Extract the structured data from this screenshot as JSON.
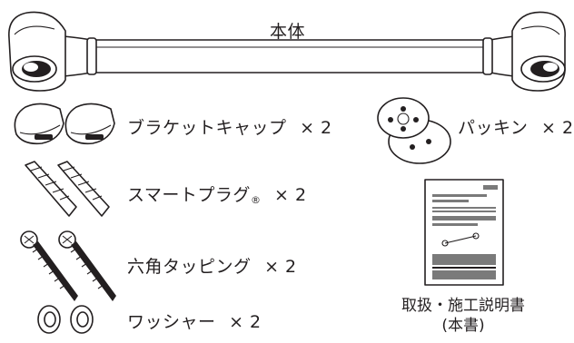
{
  "parts": {
    "main_body": {
      "label": "本体"
    },
    "bracket_cap": {
      "label": "ブラケットキャップ",
      "qty": "× 2"
    },
    "packing": {
      "label": "パッキン",
      "qty": "× 2"
    },
    "smart_plug": {
      "label": "スマートプラグ",
      "reg": "®",
      "qty": "× 2"
    },
    "tapping_screw": {
      "label": "六角タッピング",
      "qty": "× 2"
    },
    "washer": {
      "label": "ワッシャー",
      "qty": "× 2"
    },
    "manual": {
      "label_line1": "取扱・施工説明書",
      "label_line2": "(本書)"
    }
  },
  "icons": [
    "grab-bar-icon",
    "bracket-cap-icon",
    "packing-icon",
    "smart-plug-icon",
    "tapping-screw-icon",
    "washer-icon",
    "manual-icon"
  ]
}
